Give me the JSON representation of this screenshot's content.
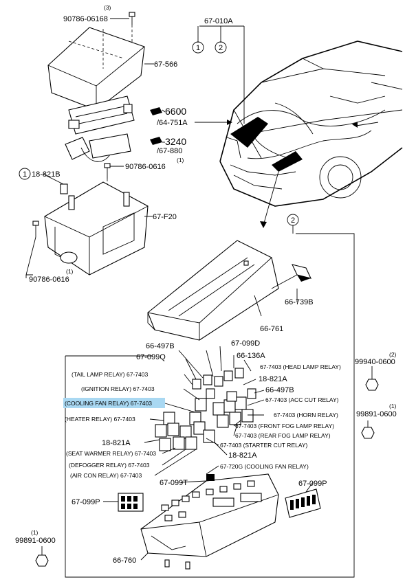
{
  "parts_top": {
    "bolt_top": "90786-06168",
    "bolt_top_qty": "(3)",
    "cover": "67-566",
    "relay_6600": "6600",
    "relay_6600_ref": "/64-751A",
    "relay_3240": "3240",
    "relay_3240_ref": "/67-880",
    "bolt_mid": "90786-0616",
    "bolt_mid_qty": "(1)",
    "clip": "18-821B",
    "clip_circle": "1",
    "bracket": "67-F20",
    "bolt_low": "90786-0616",
    "bolt_low_qty": "(1)",
    "harness": "67-010A",
    "harness_c1": "1",
    "harness_c2": "2"
  },
  "detail": {
    "callout": "2",
    "box_cover": "66-761",
    "cover_tab": "66-739B",
    "p66_497B_top": "66-497B",
    "p67_099D": "67-099D",
    "p67_099Q": "67-099Q",
    "p66_136A": "66-136A",
    "head_lamp": "67-7403 (HEAD LAMP RELAY)",
    "tail_lamp": "(TAIL LAMP RELAY) 67-7403",
    "clip_18_821A_r": "18-821A",
    "ignition": "(IGNITION RELAY) 67-7403",
    "p66_497B_r": "66-497B",
    "cooling_fan": "(COOLING FAN RELAY) 67-7403",
    "acc_cut": "67-7403 (ACC CUT RELAY)",
    "horn": "67-7403 (HORN RELAY)",
    "heater": "(HEATER RELAY) 67-7403",
    "front_fog": "67-7403 (FRONT FOG LAMP RELAY)",
    "rear_fog": "67-7403 (REAR FOG LAMP RELAY)",
    "clip_18_821A_l": "18-821A",
    "starter_cut": "67-7403 (STARTER CUT RELAY)",
    "seat_warmer": "(SEAT WARMER RELAY) 67-7403",
    "clip_18_821A_b": "18-821A",
    "defogger": "(DEFOGGER RELAY) 67-7403",
    "cooling_fan_2": "67-720G (COOLING FAN RELAY)",
    "air_con": "(AIR CON RELAY) 67-7403",
    "p67_099T": "67-099T",
    "p67_099P_l": "67-099P",
    "p67_099P_r": "67-099P",
    "box_base": "66-760",
    "nut_r1": "99940-0600",
    "nut_r1_qty": "(2)",
    "nut_r2": "99891-0600",
    "nut_r2_qty": "(1)",
    "nut_l": "99891-0600",
    "nut_l_qty": "(1)"
  },
  "colors": {
    "highlight": "#a9d8f2"
  }
}
